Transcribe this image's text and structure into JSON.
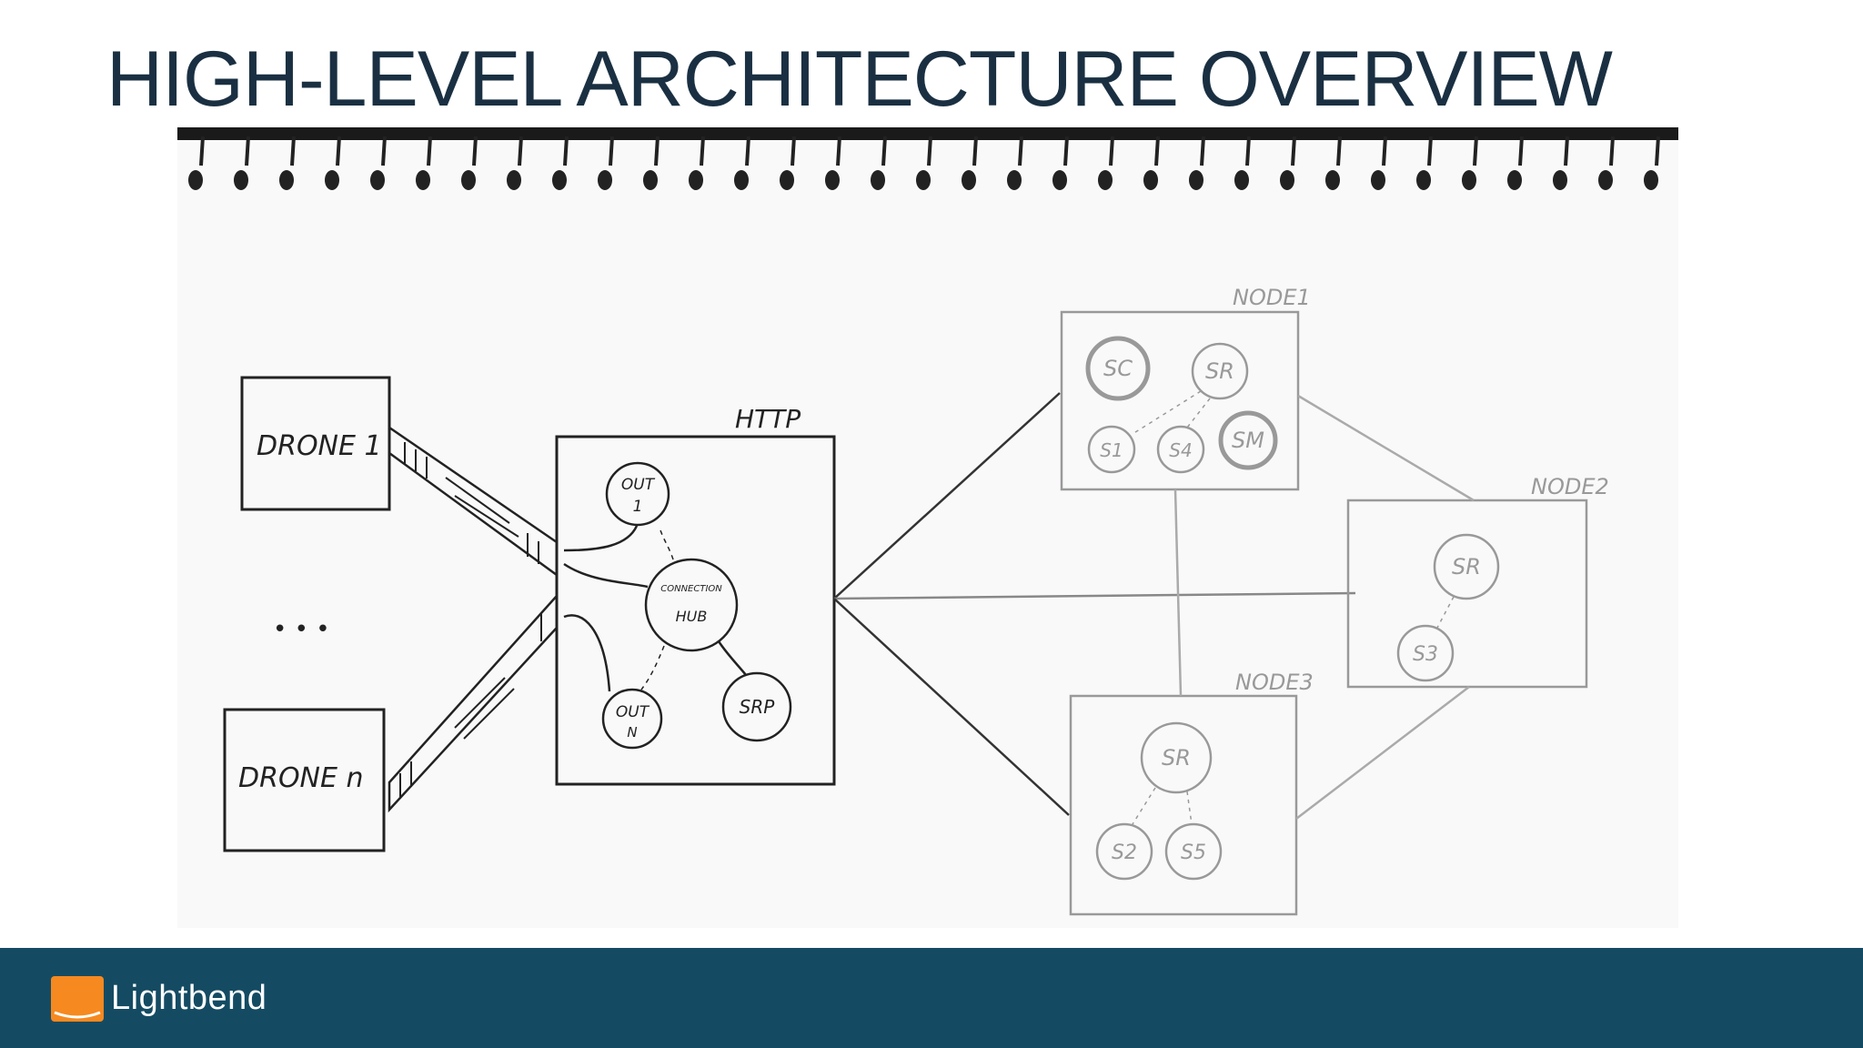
{
  "slide": {
    "title": "HIGH-LEVEL ARCHITECTURE OVERVIEW"
  },
  "sketch": {
    "drone_1": "DRONE 1",
    "drone_ellipsis": "• • •",
    "drone_n": "DRONE n",
    "http_label": "HTTP",
    "hub_nodes": {
      "out_1": [
        "OUT",
        "1"
      ],
      "connection_hub": [
        "CONNECTION",
        "HUB"
      ],
      "out_n": [
        "OUT",
        "N"
      ],
      "srp": "SRP"
    },
    "node_1": {
      "label": "NODE1",
      "circles": [
        "SC",
        "SR",
        "S1",
        "S4",
        "SM"
      ]
    },
    "node_2": {
      "label": "NODE2",
      "circles": [
        "SR",
        "S3"
      ]
    },
    "node_3": {
      "label": "NODE3",
      "circles": [
        "SR",
        "S2",
        "S5"
      ]
    }
  },
  "footer": {
    "brand": "Lightbend",
    "bar_color": "#144b63",
    "logo_color": "#f6891f"
  }
}
